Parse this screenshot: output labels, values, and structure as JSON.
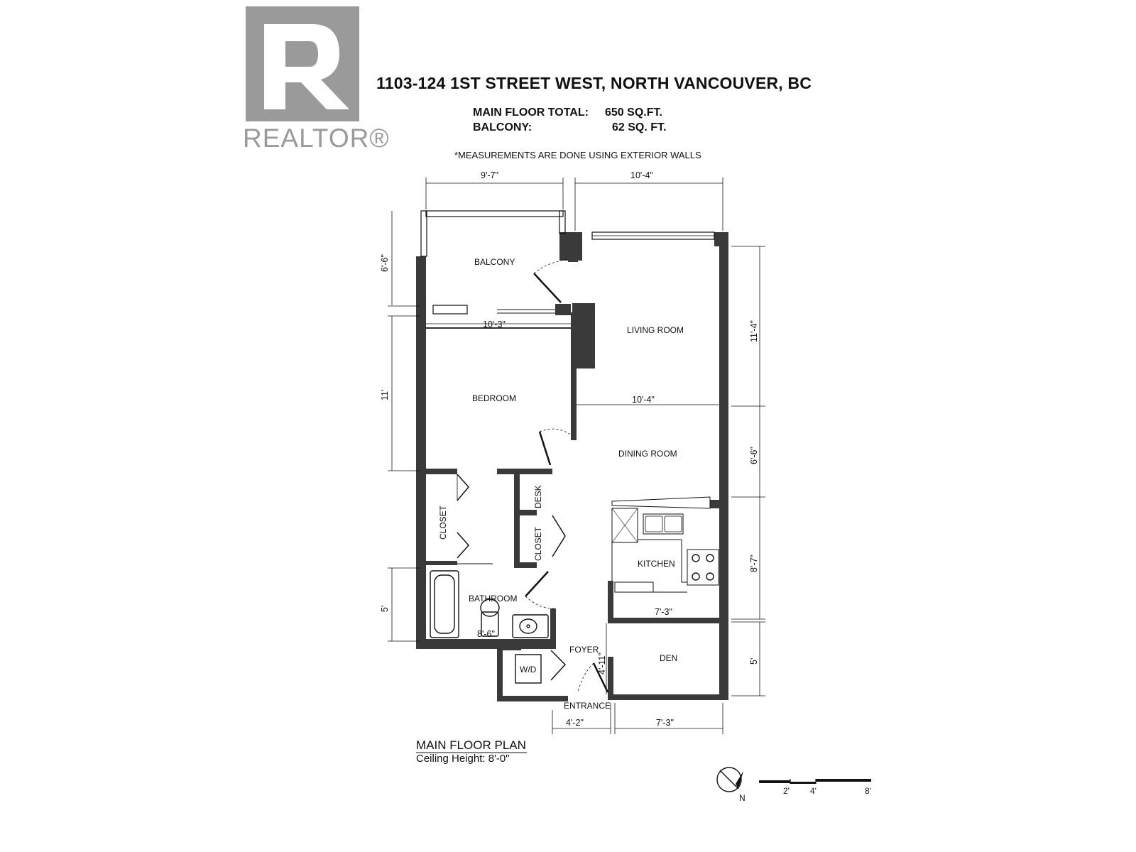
{
  "header": {
    "address": "1103-124 1ST STREET WEST, NORTH VANCOUVER, BC",
    "main_floor_label": "MAIN FLOOR TOTAL:",
    "main_floor_value": "650 SQ.FT.",
    "balcony_label": "BALCONY:",
    "balcony_value": "62 SQ. FT.",
    "note": "*MEASUREMENTS ARE DONE USING EXTERIOR WALLS"
  },
  "logo": {
    "mark": "R",
    "word": "REALTOR®",
    "color": "#9a9a9a"
  },
  "rooms": {
    "balcony": "BALCONY",
    "living": "LIVING ROOM",
    "bedroom": "BEDROOM",
    "dining": "DINING ROOM",
    "closet_left": "CLOSET",
    "desk": "DESK",
    "closet_mid": "CLOSET",
    "kitchen": "KITCHEN",
    "bathroom": "BATHROOM",
    "wd": "W/D",
    "foyer": "FOYER",
    "den": "DEN",
    "entrance": "ENTRANCE"
  },
  "dimensions": {
    "balcony_width": "9'-7\"",
    "living_width_top": "10'-4\"",
    "balcony_depth": "6'-6\"",
    "bedroom_width": "10'-3\"",
    "bedroom_depth": "11'",
    "living_depth": "11'-4\"",
    "dining_width": "10'-4\"",
    "dining_depth": "6'-6\"",
    "kitchen_depth": "8'-7\"",
    "bathroom_depth": "5'",
    "bathroom_width": "8'-6\"",
    "kitchen_width": "7'-3\"",
    "foyer_depth": "4'-11\"",
    "den_depth": "5'",
    "entrance_width": "4'-2\"",
    "den_width": "7'-3\""
  },
  "plan_info": {
    "title": "MAIN FLOOR PLAN",
    "ceiling": "Ceiling Height: 8'-0\""
  },
  "compass": {
    "label": "N"
  },
  "scale_bar": {
    "labels": [
      "2'",
      "4'",
      "8'"
    ]
  },
  "colors": {
    "wall": "#3a3a3a",
    "line": "#111111",
    "logo_gray": "#9a9a9a"
  }
}
